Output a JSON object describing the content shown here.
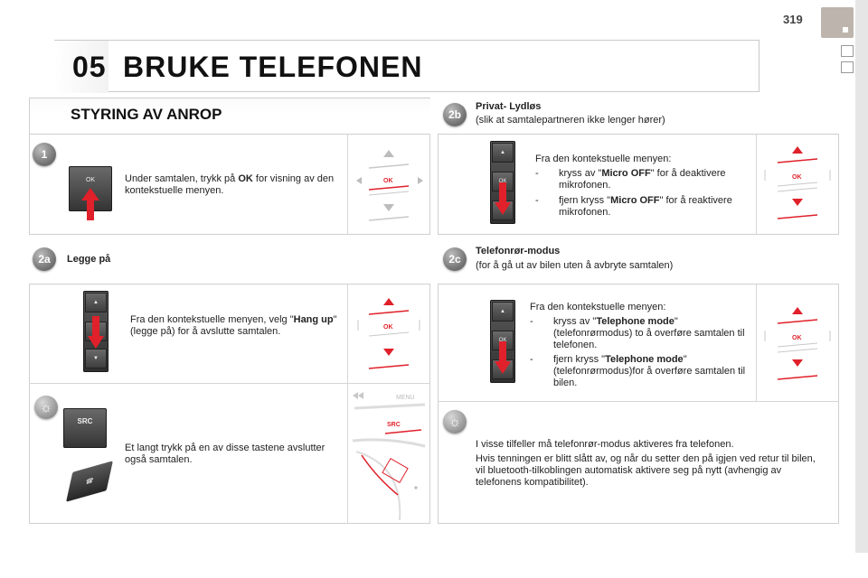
{
  "page": {
    "number": "319"
  },
  "chapter": {
    "number": "05",
    "title": "BRUKE TELEFONEN"
  },
  "left": {
    "title": "STYRING AV ANROP",
    "step1": {
      "badge": "1",
      "key_label": "OK",
      "text_a": "Under samtalen, trykk på ",
      "text_bold": "OK",
      "text_b": " for visning av den kontekstuelle menyen."
    },
    "step2a": {
      "badge": "2a",
      "title": "Legge på",
      "keys": [
        "▲",
        "OK",
        "▼"
      ],
      "text_a": "Fra den kontekstuelle menyen, velg \"",
      "text_bold": "Hang up",
      "text_b": "\" (legge på) for å avslutte samtalen."
    },
    "tip": {
      "src_label": "SRC",
      "menu_label": "MENU",
      "text": "Et langt trykk på en av disse tastene avslutter også samtalen."
    }
  },
  "right": {
    "step2b": {
      "badge": "2b",
      "title": "Privat- Lydløs",
      "subtitle": "(slik at samtalepartneren ikke lenger hører)",
      "keys": [
        "▲",
        "OK",
        "▼"
      ],
      "intro": "Fra den kontekstuelle menyen:",
      "bullet1_a": "kryss av \"",
      "bullet1_bold": "Micro OFF",
      "bullet1_b": "\" for å deaktivere mikrofonen.",
      "bullet2_a": "fjern kryss \"",
      "bullet2_bold": "Micro OFF",
      "bullet2_b": "\" for å reaktivere mikrofonen."
    },
    "step2c": {
      "badge": "2c",
      "title": "Telefonrør-modus",
      "subtitle": "(for å gå ut av bilen uten å avbryte samtalen)",
      "keys": [
        "▲",
        "OK",
        "▼"
      ],
      "intro": "Fra den kontekstuelle menyen:",
      "bullet1_a": "kryss av \"",
      "bullet1_bold": "Telephone mode",
      "bullet1_b": "\" (telefonrørmodus) to å overføre samtalen til telefonen.",
      "bullet2_a": "fjern kryss \"",
      "bullet2_bold": "Telephone mode",
      "bullet2_b": "\" (telefonrørmodus)for å overføre samtalen til bilen."
    },
    "tip": {
      "para1": "I visse tilfeller må telefonrør-modus aktiveres fra telefonen.",
      "para2": "Hvis tenningen er blitt slått av, og når du setter den på igjen ved retur til bilen, vil bluetooth-tilkoblingen automatisk aktivere seg på nytt (avhengig av telefonens kompatibilitet)."
    }
  },
  "colors": {
    "accent_red": "#e0202a",
    "header_border": "#c9c9c9"
  },
  "icons": {
    "tip": "lightbulb-icon",
    "dash": "-"
  }
}
